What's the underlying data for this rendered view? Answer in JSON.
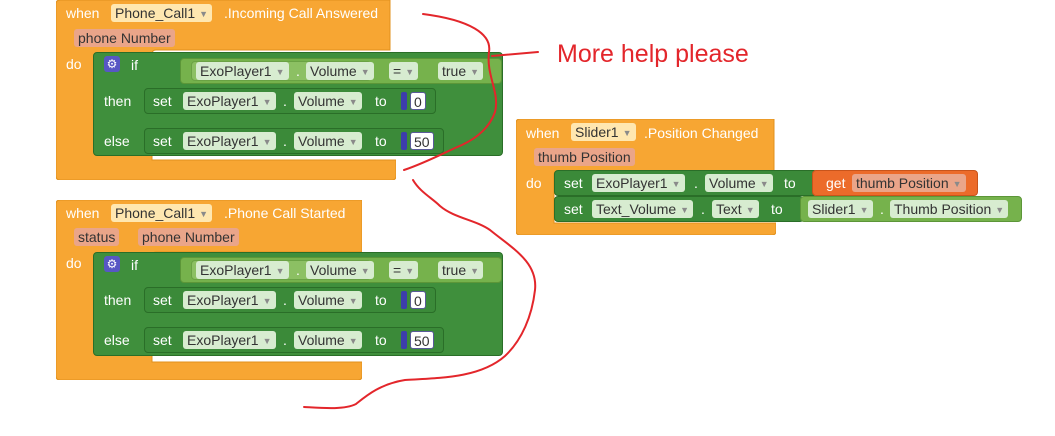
{
  "keywords": {
    "when": "when",
    "do": "do",
    "if": "if",
    "then": "then",
    "else": "else",
    "set": "set",
    "to": "to",
    "get": "get",
    "dot": "."
  },
  "event1": {
    "component": "Phone_Call1",
    "event": ".Incoming Call Answered",
    "params": [
      "phone Number"
    ],
    "if_component": "ExoPlayer1",
    "if_property": "Volume",
    "operator": "=",
    "value": "true",
    "then_component": "ExoPlayer1",
    "then_property": "Volume",
    "then_value": "0",
    "else_component": "ExoPlayer1",
    "else_property": "Volume",
    "else_value": "50"
  },
  "event2": {
    "component": "Phone_Call1",
    "event": ".Phone Call Started",
    "params": [
      "status",
      "phone Number"
    ],
    "if_component": "ExoPlayer1",
    "if_property": "Volume",
    "operator": "=",
    "value": "true",
    "then_component": "ExoPlayer1",
    "then_property": "Volume",
    "then_value": "0",
    "else_component": "ExoPlayer1",
    "else_property": "Volume",
    "else_value": "50"
  },
  "event3": {
    "component": "Slider1",
    "event": ".Position Changed",
    "params": [
      "thumb Position"
    ],
    "set1_component": "ExoPlayer1",
    "set1_property": "Volume",
    "set1_get": "thumb Position",
    "set2_component": "Text_Volume",
    "set2_property": "Text",
    "set2_src_component": "Slider1",
    "set2_src_property": "Thumb Position"
  },
  "annotation": "More help please",
  "colors": {
    "event_orange": "#f7a633",
    "set_green": "#3b8a39",
    "getter_green": "#76b24c",
    "variable_red": "#ec6b2a",
    "ink_red": "#e3262b"
  }
}
